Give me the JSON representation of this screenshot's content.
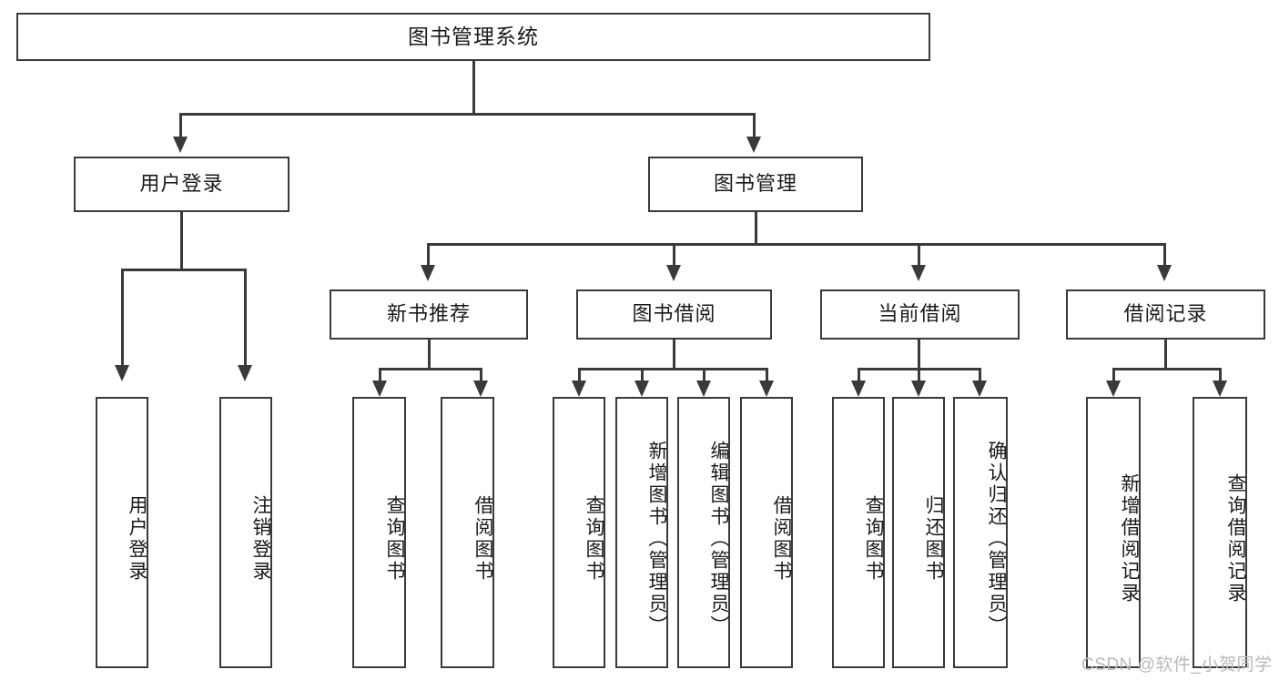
{
  "diagram": {
    "title": "图书管理系统",
    "type": "hierarchy-tree",
    "colors": {
      "stroke": "#3a3a3a",
      "fill": "#ffffff",
      "text": "#1a1a1a",
      "watermark": "#b9b9b9"
    },
    "levels": {
      "root": {
        "label": "图书管理系统"
      },
      "level2": [
        {
          "label": "用户登录"
        },
        {
          "label": "图书管理"
        }
      ],
      "level3": [
        {
          "label": "新书推荐"
        },
        {
          "label": "图书借阅"
        },
        {
          "label": "当前借阅"
        },
        {
          "label": "借阅记录"
        }
      ]
    },
    "leaves": {
      "user_login": [
        {
          "label": "用户登录"
        },
        {
          "label": "注销登录"
        }
      ],
      "new_book_recommend": [
        {
          "label": "查询图书"
        },
        {
          "label": "借阅图书"
        }
      ],
      "book_borrow": [
        {
          "label": "查询图书"
        },
        {
          "label": "新增图书（管理员）"
        },
        {
          "label": "编辑图书（管理员）"
        },
        {
          "label": "借阅图书"
        }
      ],
      "current_borrow": [
        {
          "label": "查询图书"
        },
        {
          "label": "归还图书"
        },
        {
          "label": "确认归还（管理员）"
        }
      ],
      "borrow_record": [
        {
          "label": "新增借阅记录"
        },
        {
          "label": "查询借阅记录"
        }
      ]
    }
  },
  "watermark": {
    "text": "CSDN @软件_小贺同学"
  }
}
